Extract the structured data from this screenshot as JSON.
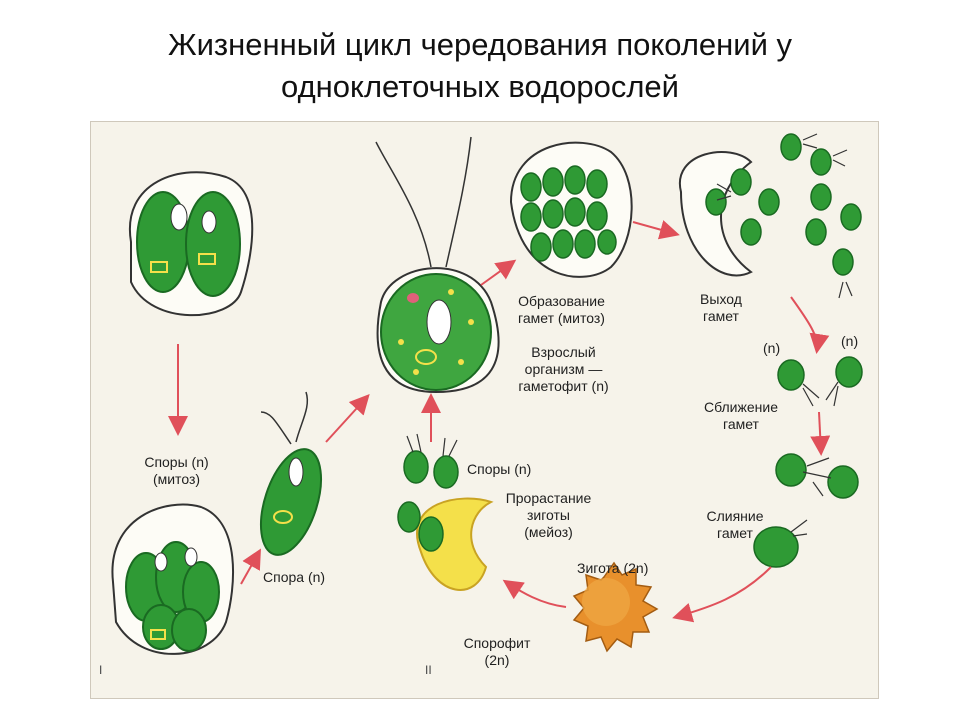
{
  "title": {
    "line1": "Жизненный цикл чередования поколений у",
    "line2": "одноклеточных водорослей"
  },
  "labels": {
    "spores_mitosis_1": "Споры (n)",
    "spores_mitosis_2": "(митоз)",
    "spore": "Спора (n)",
    "gamete_formation_1": "Образование",
    "gamete_formation_2": "гамет (митоз)",
    "adult_1": "Взрослый",
    "adult_2": "организм —",
    "adult_3": "гаметофит (n)",
    "spores_n": "Споры (n)",
    "germination_1": "Прорастание",
    "germination_2": "зиготы",
    "germination_3": "(мейоз)",
    "gamete_exit_1": "Выход",
    "gamete_exit_2": "гамет",
    "n_left": "(n)",
    "n_right": "(n)",
    "approach_1": "Сближение",
    "approach_2": "гамет",
    "fusion_1": "Слияние",
    "fusion_2": "гамет",
    "zygote": "Зигота (2n)",
    "sporophyte_1": "Спорофит",
    "sporophyte_2": "(2n)",
    "roman_1": "I",
    "roman_2": "II"
  },
  "colors": {
    "cell_green": "#2f9a35",
    "cell_dark": "#1a6a22",
    "arrow_red": "#e0505a",
    "zygote_orange": "#e8902c",
    "sporophyte_yellow": "#f4e04a"
  }
}
